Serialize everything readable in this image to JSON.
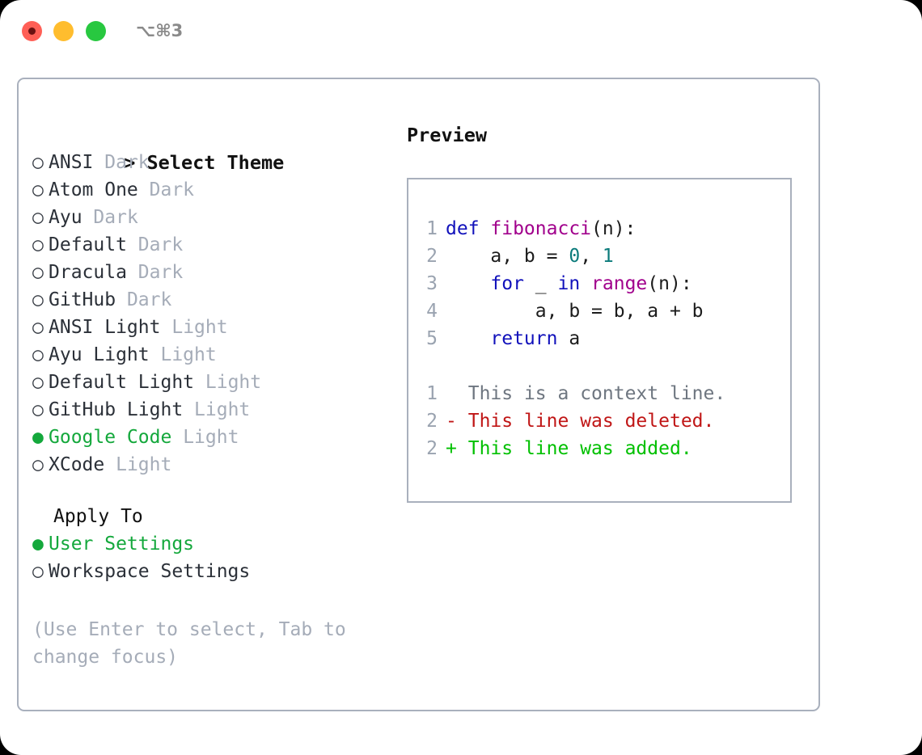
{
  "titlebar": {
    "shortcut": "⌥⌘3",
    "buttons": [
      {
        "name": "close",
        "color": "#ff5f56"
      },
      {
        "name": "minimize",
        "color": "#ffbd2e"
      },
      {
        "name": "maximize",
        "color": "#28c840"
      }
    ]
  },
  "theme_list": {
    "header_caret": ">",
    "header": "Select Theme",
    "marker_unselected": "○",
    "marker_selected": "●",
    "items": [
      {
        "marker": "○",
        "name": "ANSI",
        "tag": "Dark",
        "selected": false
      },
      {
        "marker": "○",
        "name": "Atom One",
        "tag": "Dark",
        "selected": false
      },
      {
        "marker": "○",
        "name": "Ayu",
        "tag": "Dark",
        "selected": false
      },
      {
        "marker": "○",
        "name": "Default",
        "tag": "Dark",
        "selected": false
      },
      {
        "marker": "○",
        "name": "Dracula",
        "tag": "Dark",
        "selected": false
      },
      {
        "marker": "○",
        "name": "GitHub",
        "tag": "Dark",
        "selected": false
      },
      {
        "marker": "○",
        "name": "ANSI Light",
        "tag": "Light",
        "selected": false
      },
      {
        "marker": "○",
        "name": "Ayu Light",
        "tag": "Light",
        "selected": false
      },
      {
        "marker": "○",
        "name": "Default Light",
        "tag": "Light",
        "selected": false
      },
      {
        "marker": "○",
        "name": "GitHub Light",
        "tag": "Light",
        "selected": false
      },
      {
        "marker": "●",
        "name": "Google Code",
        "tag": "Light",
        "selected": true
      },
      {
        "marker": "○",
        "name": "XCode",
        "tag": "Light",
        "selected": false
      }
    ]
  },
  "apply_to": {
    "title": "Apply To",
    "options": [
      {
        "marker": "●",
        "label": "User Settings",
        "selected": true
      },
      {
        "marker": "○",
        "label": "Workspace Settings",
        "selected": false
      }
    ]
  },
  "hint": "(Use Enter to select, Tab to change focus)",
  "preview": {
    "title": "Preview",
    "code_lines": [
      {
        "num": "1",
        "tokens": [
          {
            "t": "def ",
            "c": "kw"
          },
          {
            "t": "fibonacci",
            "c": "fn"
          },
          {
            "t": "(n):",
            "c": "plain"
          }
        ]
      },
      {
        "num": "2",
        "tokens": [
          {
            "t": "    a, b = ",
            "c": "plain"
          },
          {
            "t": "0",
            "c": "num"
          },
          {
            "t": ", ",
            "c": "plain"
          },
          {
            "t": "1",
            "c": "num"
          }
        ]
      },
      {
        "num": "3",
        "tokens": [
          {
            "t": "    ",
            "c": "plain"
          },
          {
            "t": "for",
            "c": "kw"
          },
          {
            "t": " _ ",
            "c": "plain"
          },
          {
            "t": "in",
            "c": "kw"
          },
          {
            "t": " ",
            "c": "plain"
          },
          {
            "t": "range",
            "c": "fn"
          },
          {
            "t": "(n):",
            "c": "plain"
          }
        ]
      },
      {
        "num": "4",
        "tokens": [
          {
            "t": "        a, b = b, a + b",
            "c": "plain"
          }
        ]
      },
      {
        "num": "5",
        "tokens": [
          {
            "t": "    ",
            "c": "plain"
          },
          {
            "t": "return",
            "c": "kw"
          },
          {
            "t": " a",
            "c": "plain"
          }
        ]
      }
    ],
    "diff_lines": [
      {
        "num": "1",
        "sign": " ",
        "text": "This is a context line.",
        "kind": "ctx"
      },
      {
        "num": "2",
        "sign": "-",
        "text": "This line was deleted.",
        "kind": "del"
      },
      {
        "num": "2",
        "sign": "+",
        "text": "This line was added.",
        "kind": "add"
      }
    ]
  },
  "colors": {
    "selected_green": "#14a83c",
    "muted_gray": "#a5acb8",
    "keyword_blue": "#1111bb",
    "function_purple": "#a1008c",
    "number_teal": "#0b7b7b",
    "diff_delete_red": "#c01616",
    "diff_add_green": "#00c000",
    "border": "#a9b0bd"
  }
}
